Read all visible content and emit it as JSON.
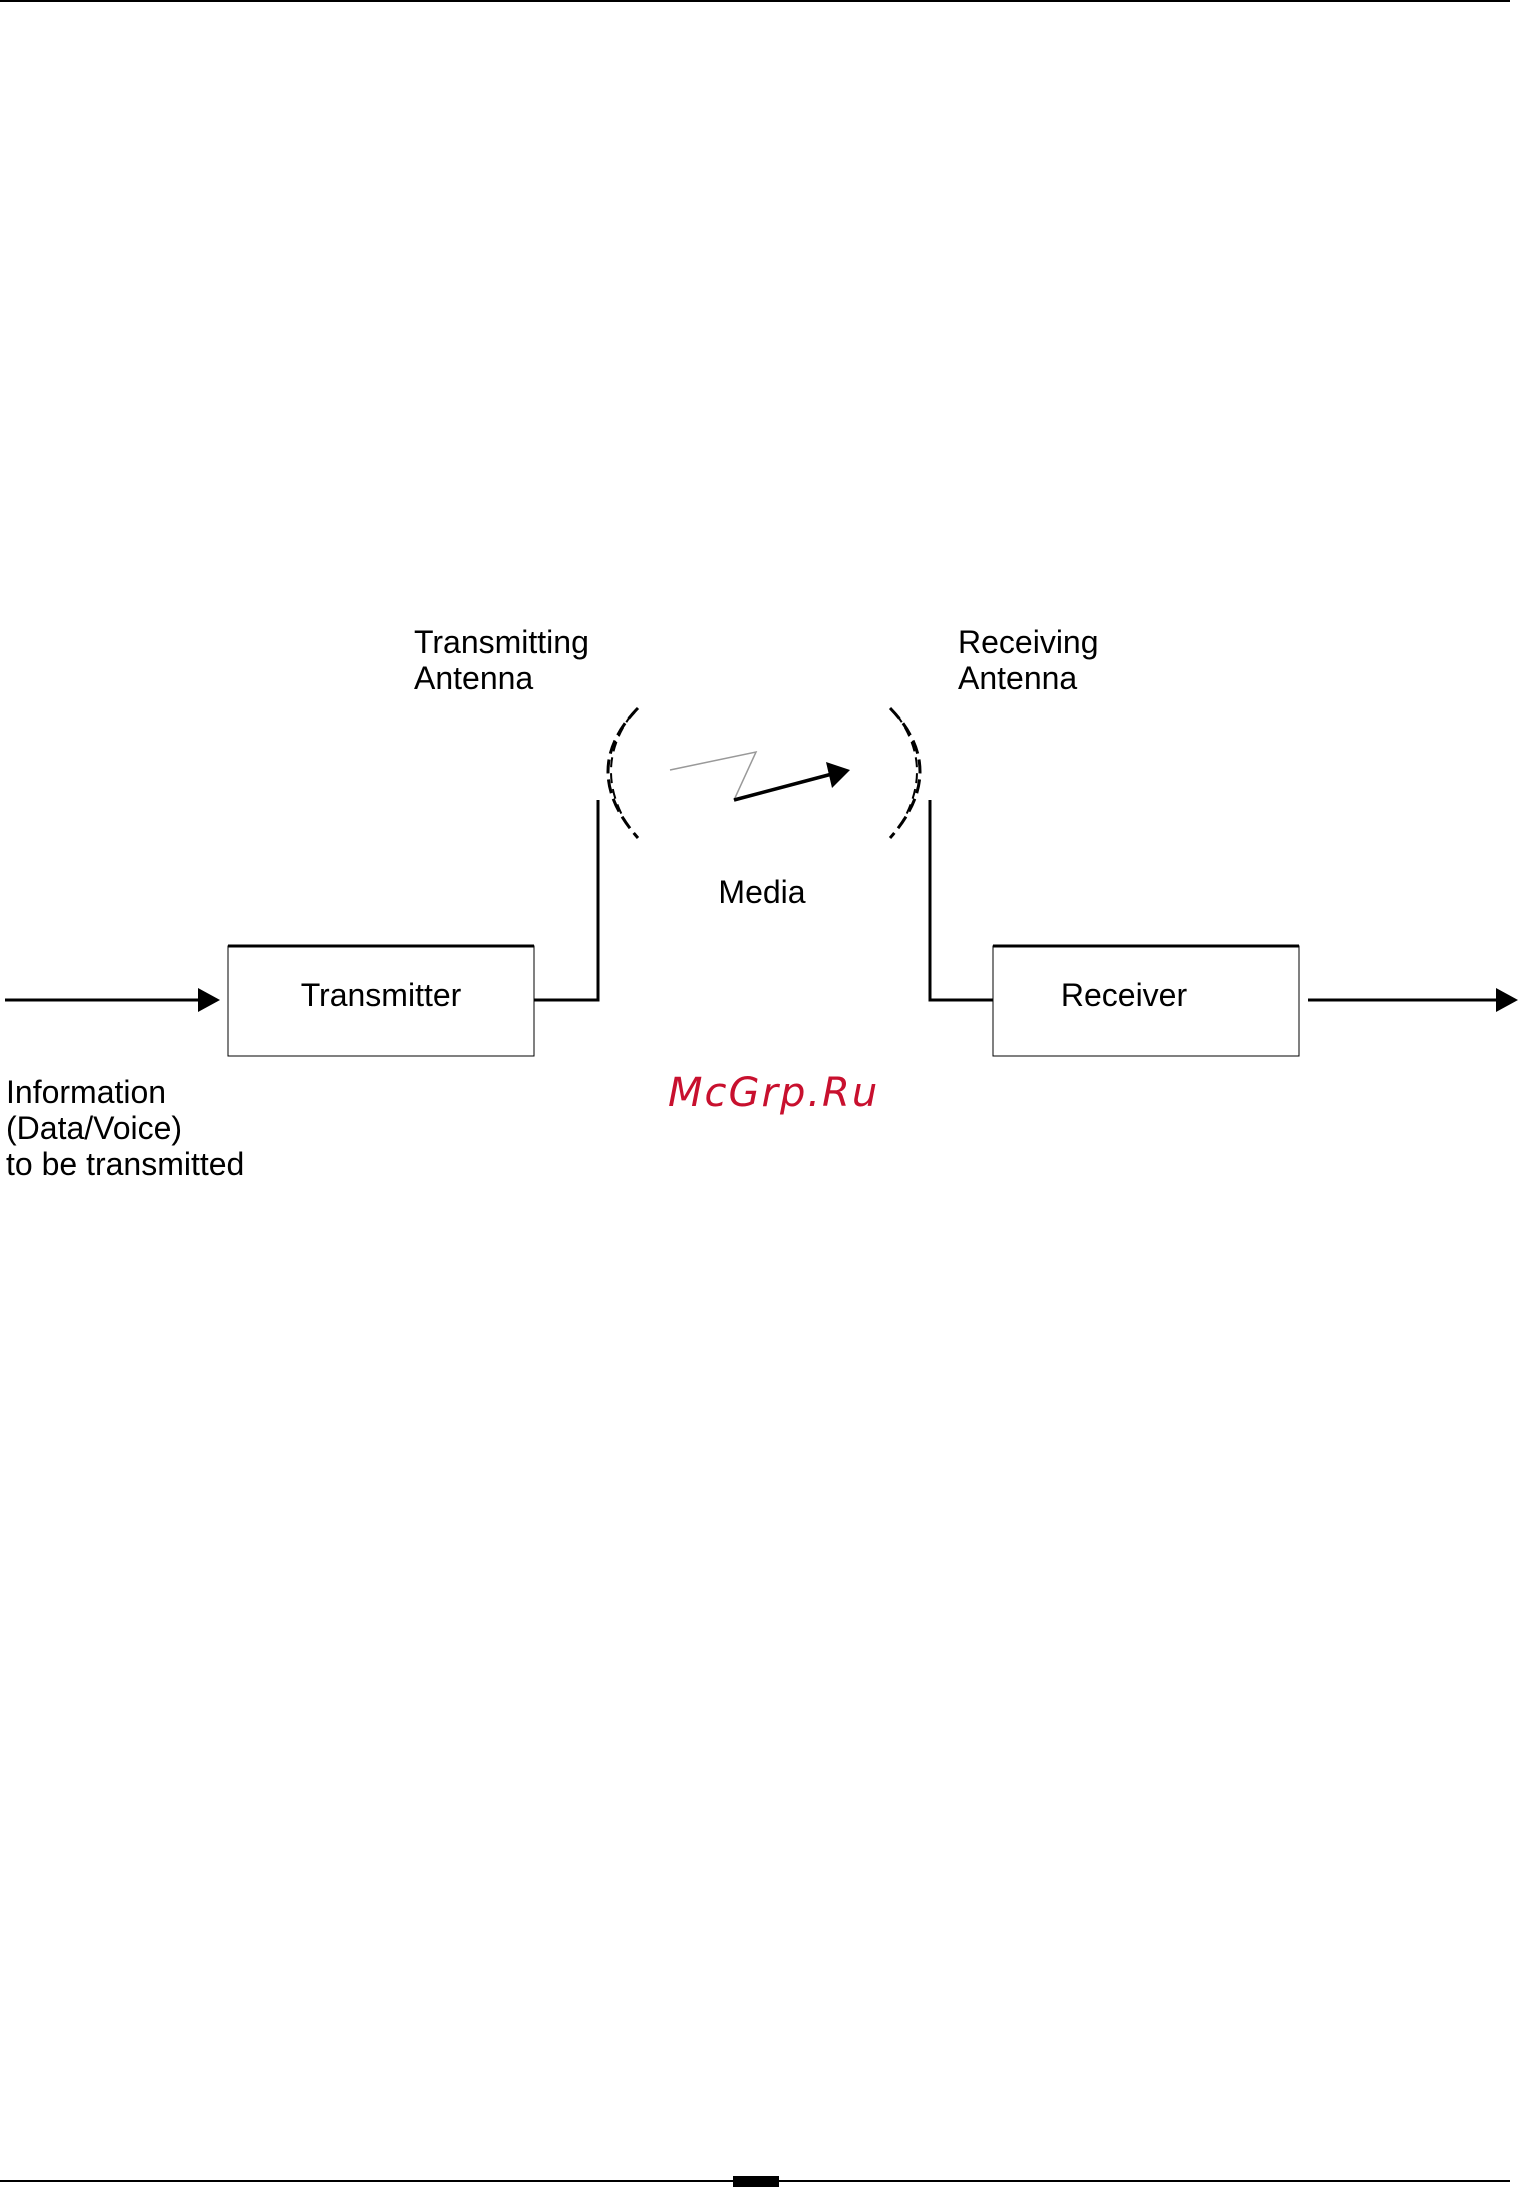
{
  "diagram": {
    "labels": {
      "transmitting_antenna": [
        "Transmitting",
        "Antenna"
      ],
      "receiving_antenna": [
        "Receiving",
        "Antenna"
      ],
      "media": "Media",
      "transmitter": "Transmitter",
      "receiver": "Receiver",
      "information": [
        "Information",
        "(Data/Voice)",
        "to be transmitted"
      ]
    }
  },
  "watermark": "McGrp.Ru"
}
